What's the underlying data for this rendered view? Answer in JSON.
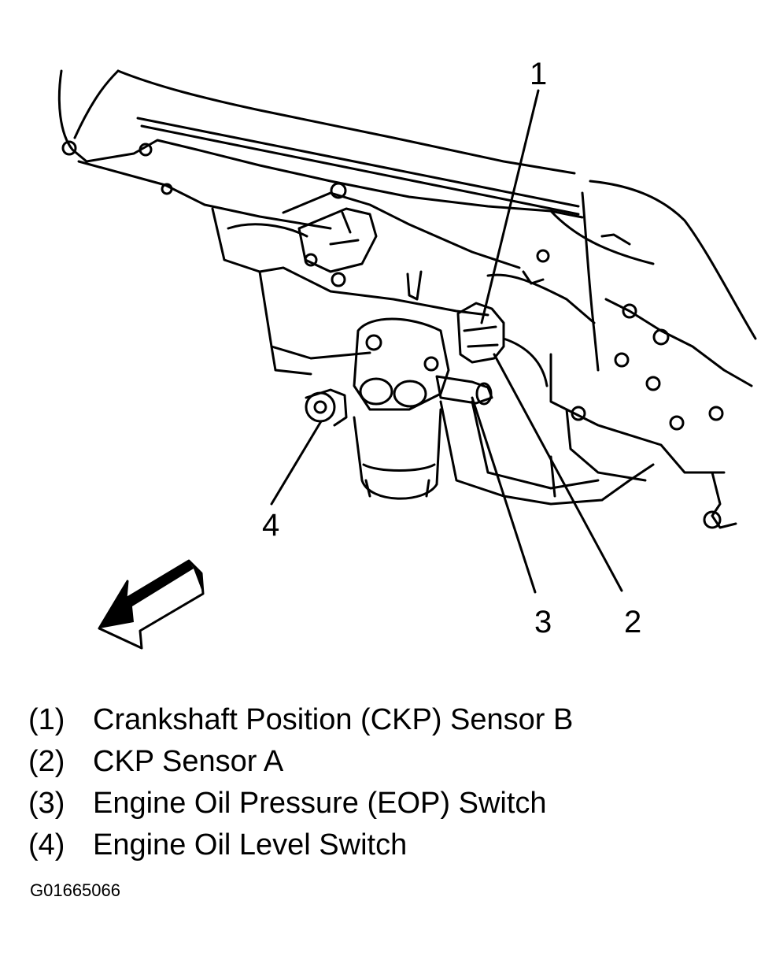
{
  "callouts": [
    {
      "number": "1",
      "label": "(1)",
      "description": "Crankshaft Position (CKP) Sensor B"
    },
    {
      "number": "2",
      "label": "(2)",
      "description": "CKP Sensor A"
    },
    {
      "number": "3",
      "label": "(3)",
      "description": "Engine Oil Pressure (EOP) Switch"
    },
    {
      "number": "4",
      "label": "(4)",
      "description": "Engine Oil Level Switch"
    }
  ],
  "figure_id": "G01665066",
  "colors": {
    "ink": "#000000",
    "paper": "#ffffff"
  },
  "icons": {
    "direction_arrow": "front-direction-arrow-icon"
  }
}
